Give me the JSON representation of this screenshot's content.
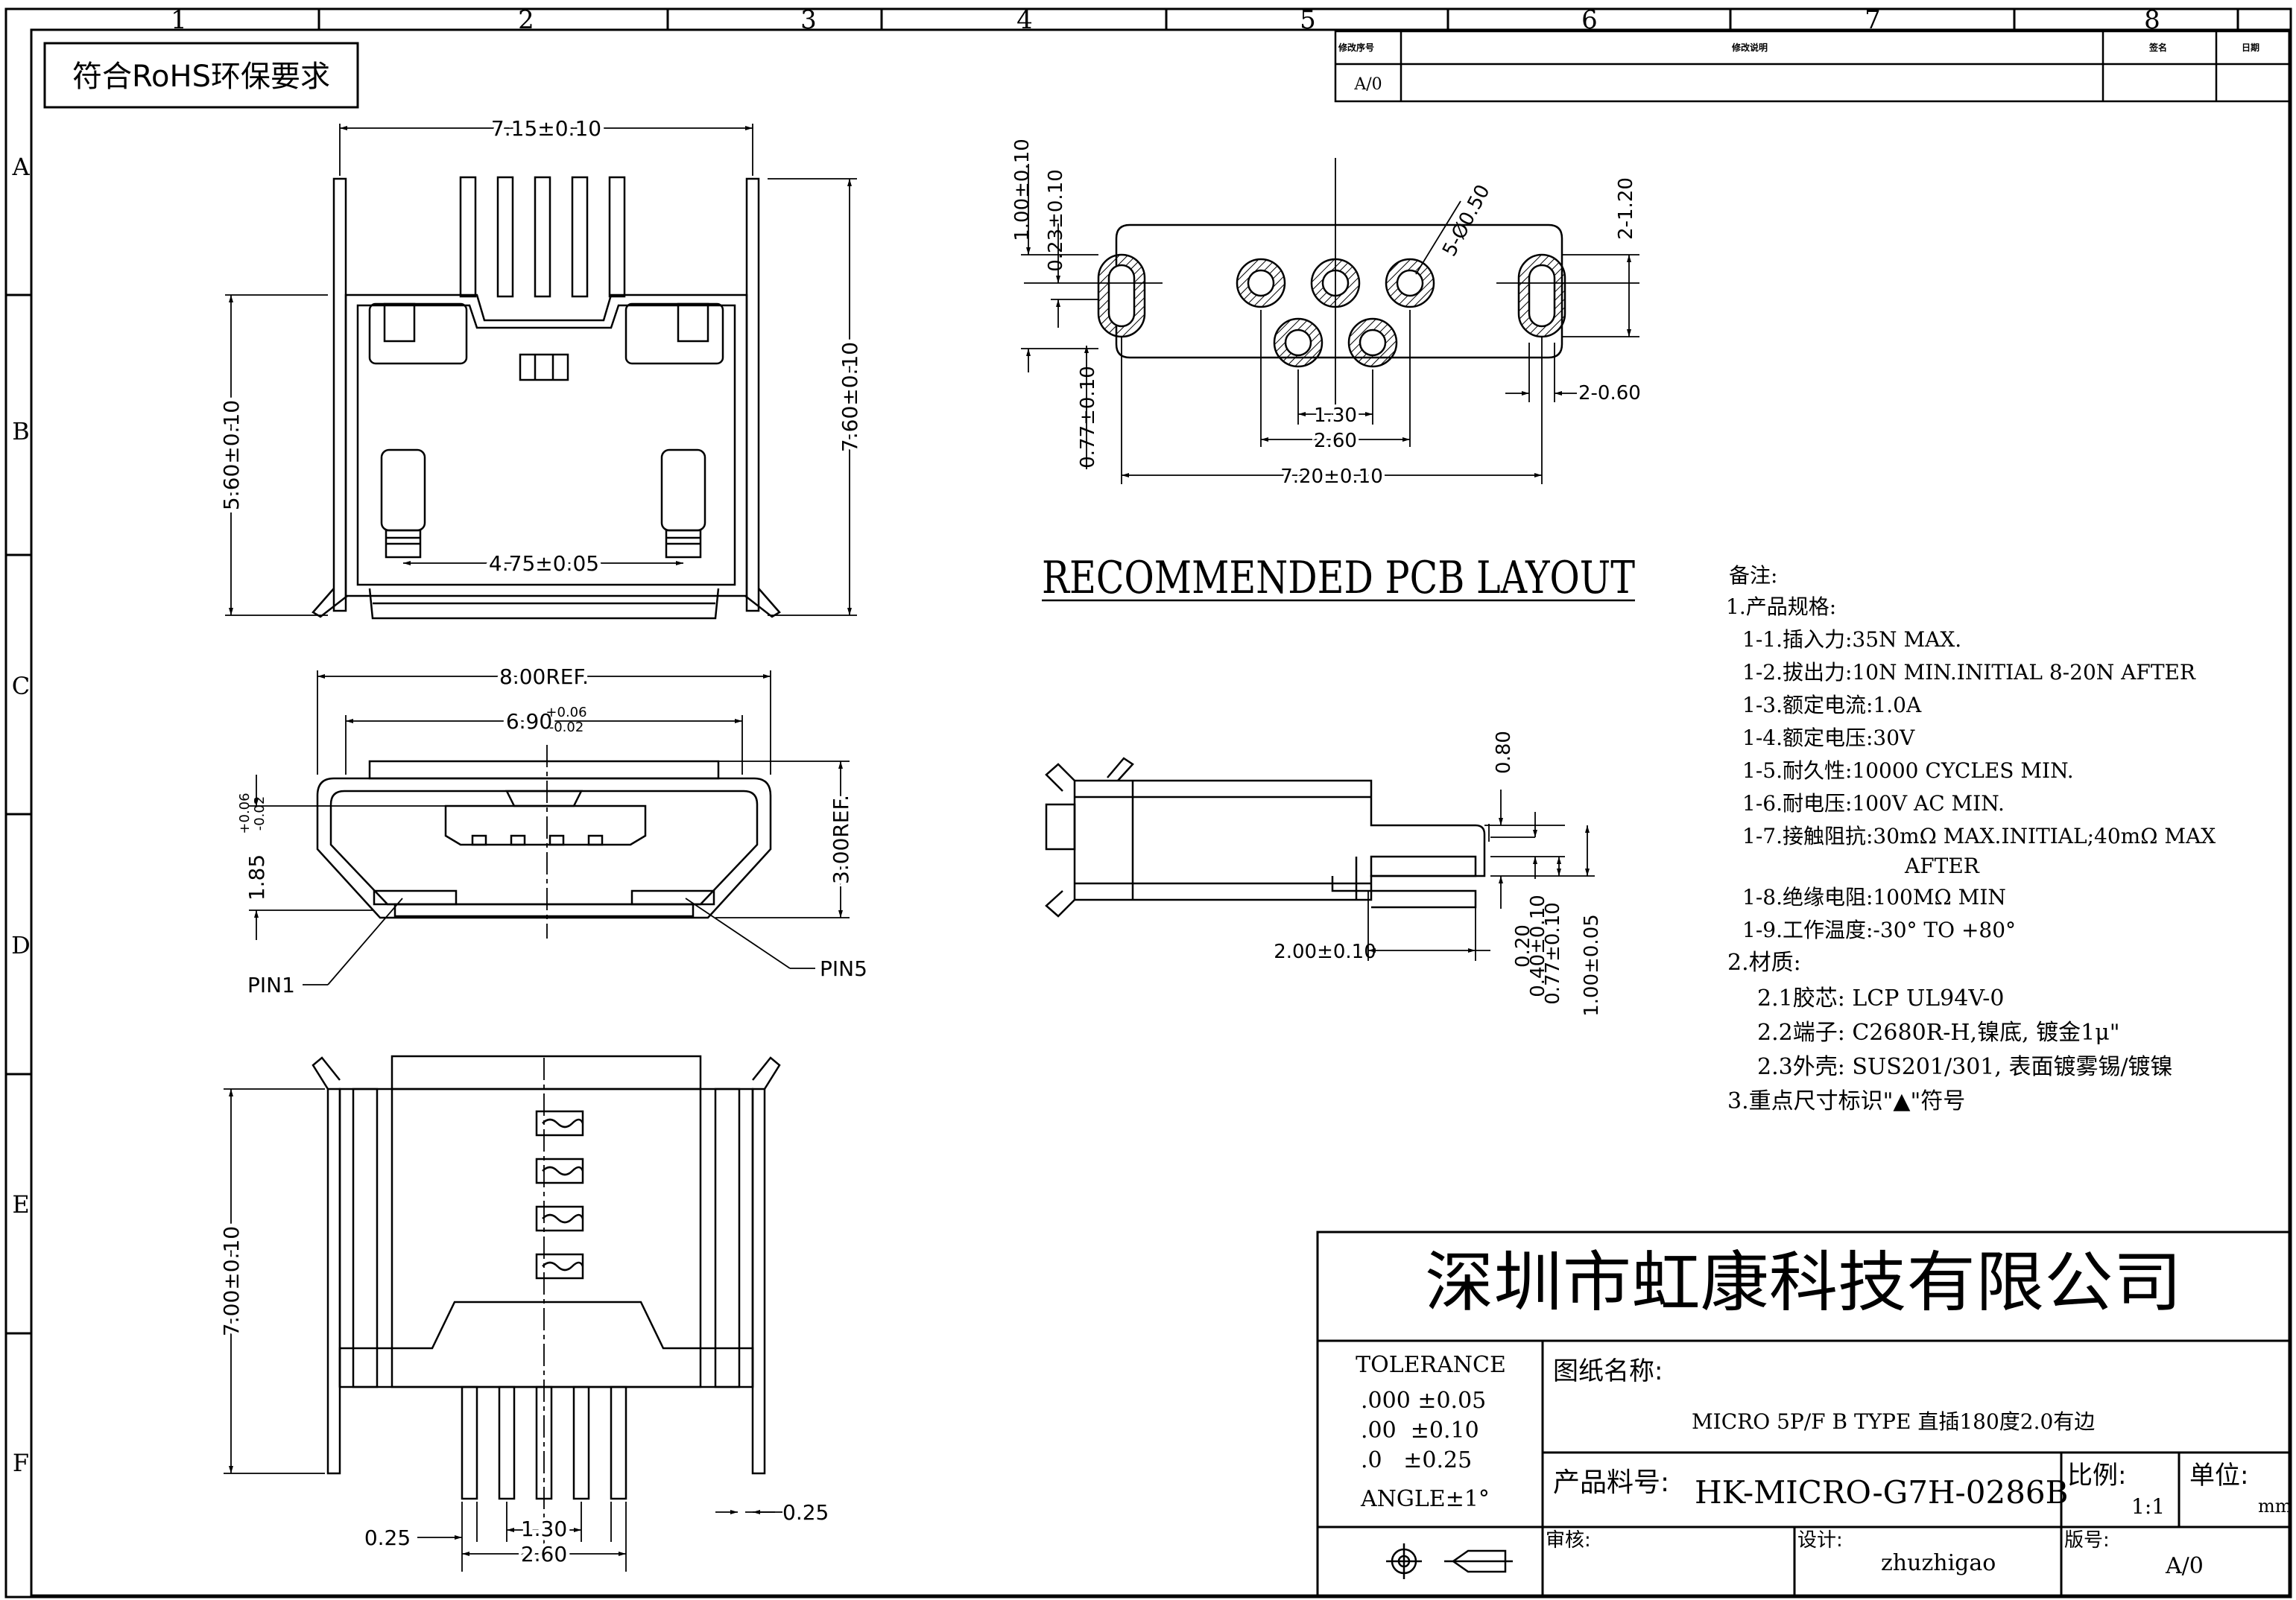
{
  "border": {
    "top_cols": [
      "1",
      "2",
      "3",
      "4",
      "5",
      "6",
      "7",
      "8"
    ],
    "side_rows": [
      "A",
      "B",
      "C",
      "D",
      "E",
      "F"
    ]
  },
  "rohs_note": "符合RoHS环保要求",
  "revision_block": {
    "headers": [
      "修改序号",
      "修改说明",
      "签名",
      "日期"
    ],
    "rows": [
      [
        "A/0",
        "",
        "",
        ""
      ]
    ]
  },
  "top_view": {
    "dims": [
      "7.15±0.10",
      "5.60±0.10",
      "7.60±0.10",
      "4.75±0.05"
    ]
  },
  "front_view": {
    "dims": [
      "8.00REF.",
      "6.90",
      "+0.06",
      "-0.02",
      "1.85",
      "+0.06",
      "-0.02",
      "3.00REF."
    ],
    "pin_labels": [
      "PIN1",
      "PIN5"
    ]
  },
  "bottom_view": {
    "dims": [
      "7.00±0.10",
      "0.25",
      "1.30",
      "2.60",
      "0.25"
    ]
  },
  "pcb_layout": {
    "title": "RECOMMENDED PCB LAYOUT",
    "dims": [
      "1.00±0.10",
      "0.23±0.10",
      "5-Ø0.50",
      "2-1.20",
      "2-0.60",
      "1.30",
      "2.60",
      "0.77±0.10",
      "7.20±0.10"
    ]
  },
  "side_view": {
    "dims": [
      "0.80",
      "2.00±0.10",
      "0.20",
      "0.40±0.10",
      "0.77±0.10",
      "1.00±0.05"
    ]
  },
  "notes": {
    "lines": [
      "备注:",
      "1.产品规格:",
      "1-1.插入力:35N MAX.",
      "1-2.拔出力:10N MIN.INITIAL 8-20N AFTER",
      "1-3.额定电流:1.0A",
      "1-4.额定电压:30V",
      "1-5.耐久性:10000 CYCLES MIN.",
      "1-6.耐电压:100V AC MIN.",
      "1-7.接触阻抗:30mΩ MAX.INITIAL;40mΩ MAX",
      "AFTER",
      "1-8.绝缘电阻:100MΩ MIN",
      "1-9.工作温度:-30° TO +80°",
      "2.材质:",
      "2.1胶芯: LCP UL94V-0",
      "2.2端子: C2680R-H,镍底, 镀金1μ\"",
      "2.3外壳: SUS201/301, 表面镀雾锡/镀镍",
      "3.重点尺寸标识\"▲\"符号"
    ]
  },
  "title_block": {
    "company": "深圳市虹康科技有限公司",
    "tolerance_title": "TOLERANCE",
    "tolerance_rows": [
      ".000 ±0.05",
      ".00  ±0.10",
      ".0   ±0.25",
      "ANGLE±1°"
    ],
    "drawing_name_label": "图纸名称:",
    "drawing_name": "MICRO 5P/F B TYPE 直插180度2.0有边",
    "part_no_label": "产品料号:",
    "part_no": "HK-MICRO-G7H-0286B",
    "scale_label": "比例:",
    "scale": "1:1",
    "unit_label": "单位:",
    "unit": "mm",
    "review_label": "审核:",
    "designer_label": "设计:",
    "designer": "zhuzhigao",
    "version_label": "版号:",
    "version": "A/0"
  }
}
